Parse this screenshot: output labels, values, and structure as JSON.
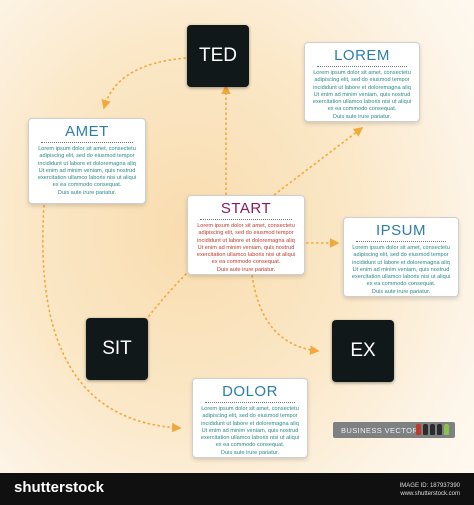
{
  "nodes": {
    "ted": "TED",
    "sit": "SIT",
    "ex": "EX",
    "start": {
      "title": "START",
      "lines": [
        "Lorem ipsum dolor sit amet, consectetu",
        "adipiscing elit, sed do eiusmod tempor",
        "incididunt ut labore et doloremagna aliq",
        "Ut enim ad minim veniam, quis nostrud",
        "exercitation ullamco laboris nisi ut aliqui",
        "ex ea commodo consequat.",
        "Duis aute irure pariatur."
      ]
    },
    "lorem": {
      "title": "LOREM",
      "lines": [
        "Lorem ipsum dolor sit amet, consectetu",
        "adipiscing elit, sed do eiusmod tempor",
        "incididunt ut labore et doloremagna aliq",
        "Ut enim ad minim veniam, quis nostrud",
        "exercitation ullamco laboris nisi ut aliqui",
        "ex ea commodo consequat.",
        "Duis aute irure pariatur."
      ]
    },
    "amet": {
      "title": "AMET",
      "lines": [
        "Lorem ipsum dolor sit amet, consectetu",
        "adipiscing elit, sed do eiusmod tempor",
        "incididunt ut labore et doloremagna aliq",
        "Ut enim ad minim veniam, quis nostrud",
        "exercitation ullamco laboris nisi ut aliqui",
        "ex ea commodo consequat.",
        "Duis aute irure pariatur."
      ]
    },
    "ipsum": {
      "title": "IPSUM",
      "lines": [
        "Lorem ipsum dolor sit amet, consectetu",
        "adipiscing elit, sed do eiusmod tempor",
        "incididunt ut labore et doloremagna aliq",
        "Ut enim ad minim veniam, quis nostrud",
        "exercitation ullamco laboris nisi ut aliqui",
        "ex ea commodo consequat.",
        "Duis aute irure pariatur."
      ]
    },
    "dolor": {
      "title": "DOLOR",
      "lines": [
        "Lorem ipsum dolor sit amet, consectetu",
        "adipiscing elit, sed do eiusmod tempor",
        "incididunt ut labore et doloremagna aliq",
        "Ut enim ad minim veniam, quis nostrud",
        "exercitation ullamco laboris nisi ut aliqui",
        "ex ea commodo consequat.",
        "Duis aute irure pariatur."
      ]
    }
  },
  "badge": "BUSINESS VECTOR",
  "footer": {
    "logo": "shutterstock",
    "image_id": "IMAGE ID: 187937390",
    "site": "www.shutterstock.com"
  },
  "colors": {
    "connector": "#f2a93b",
    "dark_box": "#10181a",
    "start_title": "#8b1a5c",
    "card_title": "#2d7fa6"
  },
  "icons": [
    "arrow-icon",
    "people-figures-icon"
  ]
}
